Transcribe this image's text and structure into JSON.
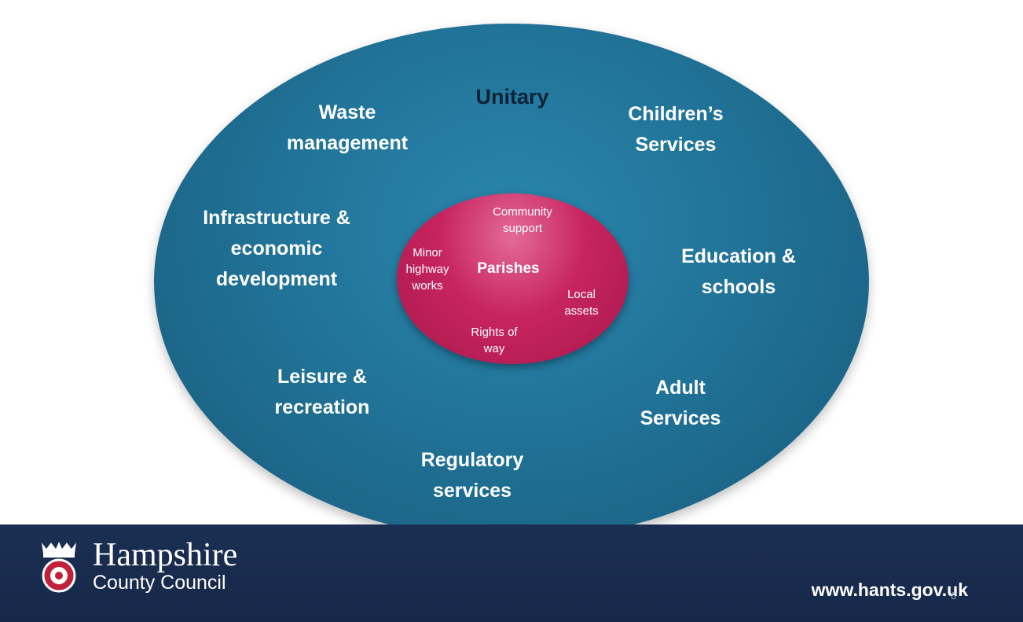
{
  "outer": {
    "title": "Unitary",
    "services": {
      "waste": [
        "Waste",
        "management"
      ],
      "childrens": [
        "Children’s",
        "Services"
      ],
      "infrastructure": [
        "Infrastructure &",
        "economic",
        "development"
      ],
      "education": [
        "Education &",
        "schools"
      ],
      "leisure": [
        "Leisure &",
        "recreation"
      ],
      "adult": [
        "Adult",
        "Services"
      ],
      "regulatory": [
        "Regulatory",
        "services"
      ]
    }
  },
  "inner": {
    "title": "Parishes",
    "services": {
      "community": [
        "Community",
        "support"
      ],
      "highway": [
        "Minor",
        "highway",
        "works"
      ],
      "assets": [
        "Local",
        "assets"
      ],
      "rights": [
        "Rights of",
        "way"
      ]
    }
  },
  "footer": {
    "org_line1": "Hampshire",
    "org_line2": "County Council",
    "url": "www.hants.gov.uk",
    "page_number": "6"
  },
  "colors": {
    "outer_fill": "#1f6f93",
    "inner_fill": "#c7245f",
    "footer_bg": "#1b2f52"
  }
}
